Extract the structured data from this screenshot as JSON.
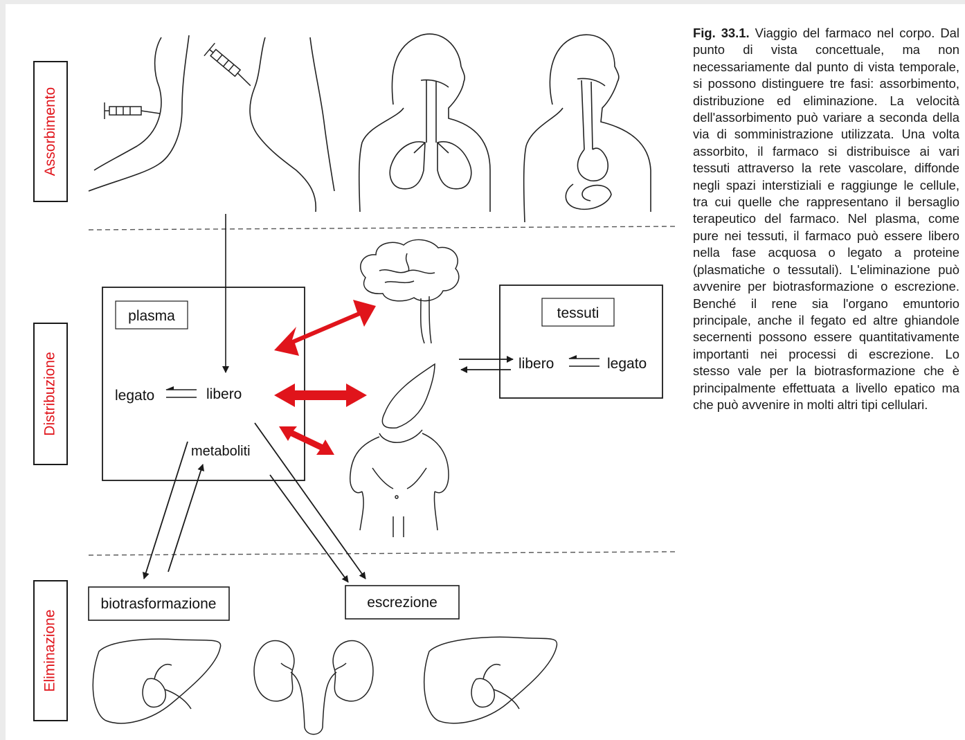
{
  "phases": {
    "absorption": "Assorbimento",
    "distribution": "Distribuzione",
    "elimination": "Eliminazione"
  },
  "compartments": {
    "plasma": {
      "title": "plasma",
      "bound": "legato",
      "free": "libero",
      "metabolites": "metaboliti"
    },
    "tissues": {
      "title": "tessuti",
      "free": "libero",
      "bound": "legato"
    }
  },
  "processes": {
    "biotransformation": "biotrasformazione",
    "excretion": "escrezione"
  },
  "caption": {
    "figure_label": "Fig. 33.1.",
    "text": "Viaggio del farmaco nel corpo. Dal punto di vista concettuale, ma non necessariamente dal punto di vista temporale, si possono distinguere tre fasi: assorbimento, distribuzione ed eliminazione. La velocità dell'assorbimento può variare a seconda della via di somministrazione utilizzata. Una volta assorbito, il farmaco si distribuisce ai vari tessuti attraverso la rete vascolare, diffonde negli spazi interstiziali e raggiunge le cellule, tra cui quelle che rappresentano il bersaglio terapeutico del farmaco. Nel plasma, come pure nei tessuti, il farmaco può essere libero nella fase acquosa o legato a proteine (plasmatiche o tessutali). L'eliminazione può avvenire per biotrasformazione o escrezione. Benché il rene sia l'organo emuntorio principale, anche il fegato ed altre ghiandole secernenti possono essere quantitativamente importanti nei processi di escrezione. Lo stesso vale per la biotrasformazione che è principalmente effettuata a livello epatico ma che può avvenire in molti altri tipi cellulari."
  },
  "colors": {
    "phase_label": "#e0141b",
    "arrow_red": "#e0141b",
    "ink": "#1a1a1a"
  }
}
